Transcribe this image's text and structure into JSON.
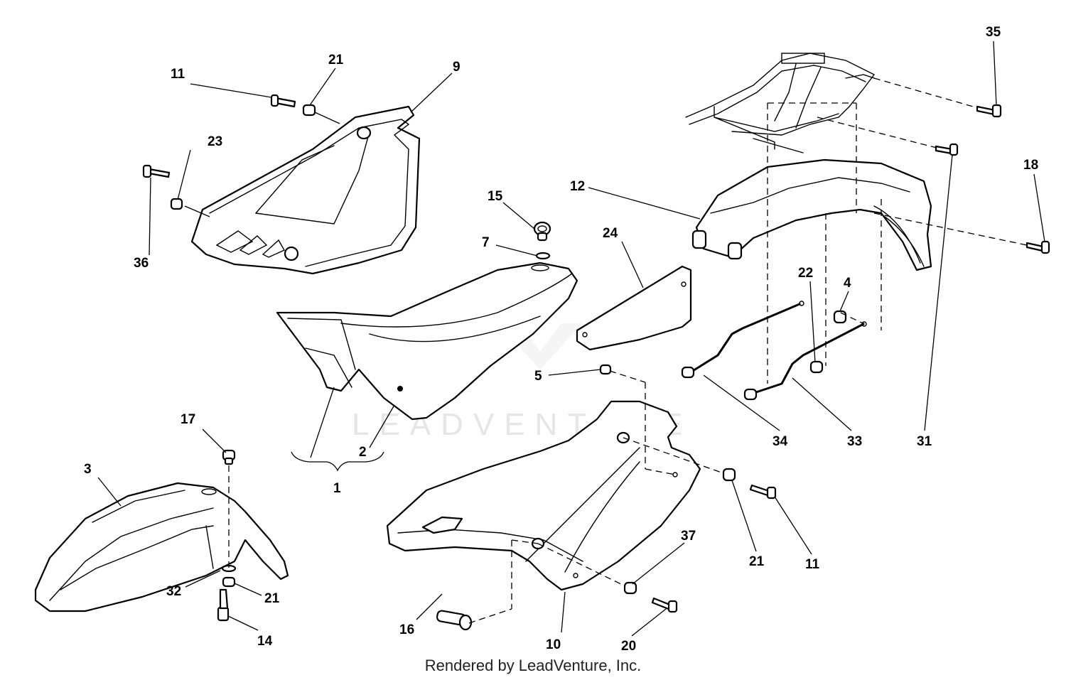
{
  "watermark": "LEADVENTURE",
  "footer": "Rendered by LeadVenture, Inc.",
  "callouts": {
    "c1": "1",
    "c2": "2",
    "c3": "3",
    "c4": "4",
    "c5": "5",
    "c7": "7",
    "c9": "9",
    "c10": "10",
    "c11a": "11",
    "c11b": "11",
    "c12": "12",
    "c14": "14",
    "c15": "15",
    "c16": "16",
    "c17": "17",
    "c18": "18",
    "c20": "20",
    "c21a": "21",
    "c21b": "21",
    "c21c": "21",
    "c22": "22",
    "c23": "23",
    "c24": "24",
    "c31": "31",
    "c32": "32",
    "c33": "33",
    "c34": "34",
    "c35": "35",
    "c36": "36",
    "c37": "37"
  }
}
